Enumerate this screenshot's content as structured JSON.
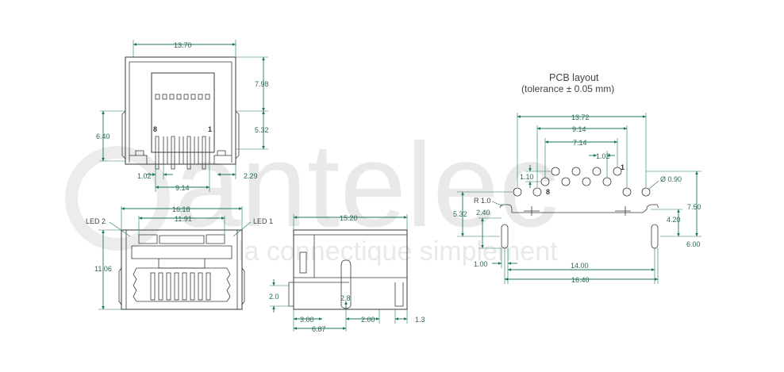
{
  "watermark": {
    "brand": "antelec",
    "tagline": "la connectique simplement"
  },
  "front_view": {
    "width": "13.70",
    "height_total": "7.98",
    "height_lower": "5.32",
    "height_left": "6.40",
    "pin_pitch": "1.02",
    "pin_span": "9.14",
    "offset_right": "2.29",
    "pin8_label": "8",
    "pin1_label": "1"
  },
  "rear_view": {
    "width_outer": "16.18",
    "width_inner": "11.91",
    "height": "11.06",
    "led2_label": "LED 2",
    "led1_label": "LED 1"
  },
  "side_view": {
    "length": "15.20",
    "peg_height": "2.0",
    "peg_diameter": "2.8",
    "dim_3_00": "3.00",
    "dim_6_87": "6.87",
    "dim_2_00": "2.00",
    "dim_1_3": "1.3"
  },
  "pcb_layout": {
    "title": "PCB layout",
    "tolerance": "(tolerance ± 0.05 mm)",
    "width_13_72": "13.72",
    "width_9_14": "9.14",
    "width_7_14": "7.14",
    "pitch_1_02": "1.02",
    "row_offset": "1.10",
    "hole_diameter": "Ø 0.90",
    "radius": "R 1.0",
    "dim_5_32": "5.32",
    "dim_2_40": "2.40",
    "dim_1_00": "1.00",
    "dim_7_50": "7.50",
    "dim_4_20": "4.20",
    "dim_6_00": "6.00",
    "dim_14_00": "14.00",
    "dim_16_40": "16.40",
    "pin8_label": "8",
    "pin1_label": "1"
  },
  "colors": {
    "dimension": "#1b7a55",
    "outline": "#3a3a3a",
    "watermark": "#e9e9e9"
  }
}
